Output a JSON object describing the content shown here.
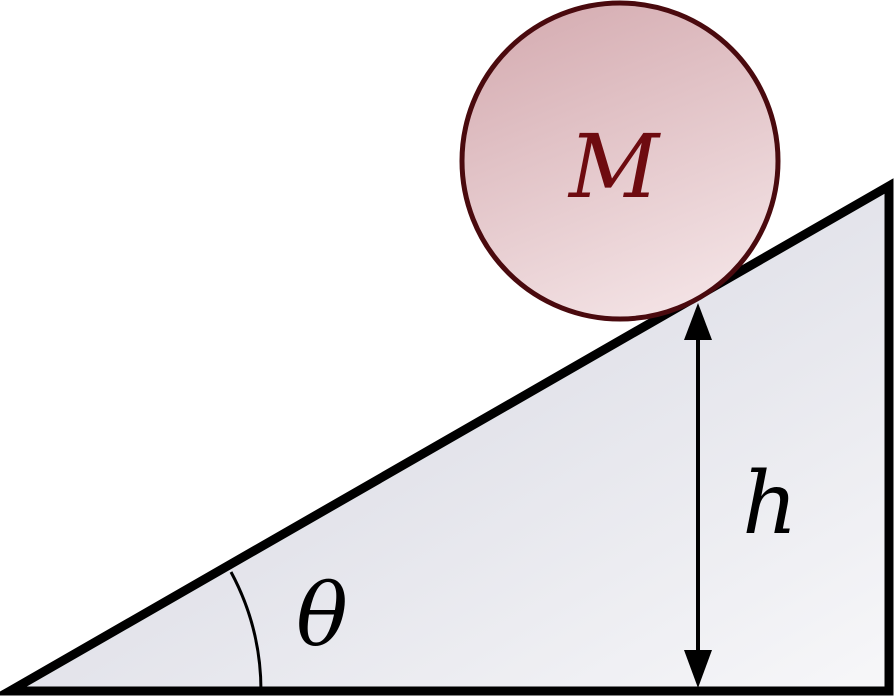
{
  "labels": {
    "mass": "M",
    "angle": "θ",
    "height": "h"
  },
  "colors": {
    "outline": "#000000",
    "ramp_fill_dark": "#cfd0dc",
    "ramp_fill_light": "#f7f7f9",
    "ball_fill_dark": "#d6aeb3",
    "ball_fill_light": "#f4e4e6",
    "ball_outline": "#4a0a0e",
    "mass_label": "#6e0b10",
    "background": "#ffffff"
  }
}
